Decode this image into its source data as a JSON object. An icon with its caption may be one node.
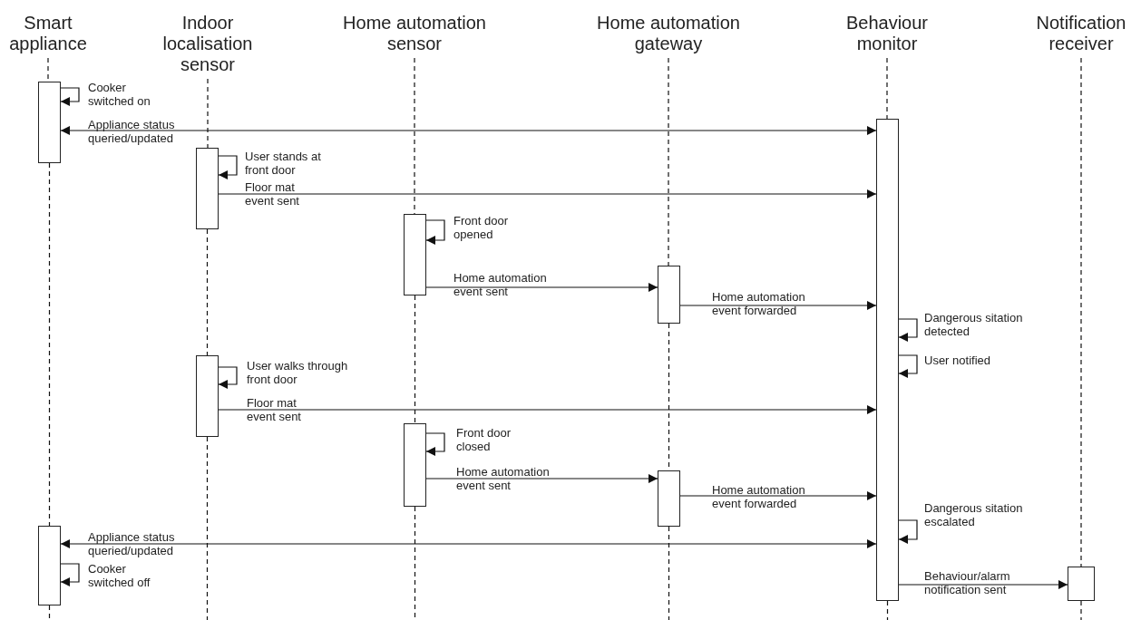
{
  "diagram": {
    "nodes": [
      {
        "text": [
          "Smart appliance"
        ]
      },
      {
        "text": [
          "Indoor localisation sensor"
        ]
      },
      {
        "text": [
          "Home automation sensor"
        ]
      },
      {
        "text": [
          "Home automation gateway"
        ]
      },
      {
        "text": [
          "Behaviour monitor"
        ]
      },
      {
        "text": [
          "Notification receiver"
        ]
      },
      {
        "text": [],
        "shape": "bar"
      },
      {
        "text": [],
        "shape": "bar"
      },
      {
        "text": [],
        "shape": "bar"
      },
      {
        "text": [],
        "shape": "bar"
      },
      {
        "text": [],
        "shape": "bar"
      },
      {
        "text": [],
        "shape": "bar"
      },
      {
        "text": [],
        "shape": "bar"
      },
      {
        "text": [],
        "shape": "bar"
      },
      {
        "text": [],
        "shape": "bar"
      },
      {
        "text": [],
        "shape": "bar"
      }
    ],
    "edges": [
      {
        "from": 6,
        "to": 6,
        "arrow": "to",
        "label": "Cooker switched on"
      },
      {
        "from": 6,
        "to": 7,
        "arrow": "both",
        "label": "Appliance status queried/updated"
      },
      {
        "from": 8,
        "to": 8,
        "arrow": "to",
        "label": "User stands at front door"
      },
      {
        "from": 8,
        "to": 7,
        "arrow": "to",
        "label": "Floor mat event sent"
      },
      {
        "from": 9,
        "to": 9,
        "arrow": "to",
        "label": "Front door opened"
      },
      {
        "from": 9,
        "to": 10,
        "arrow": "to",
        "label": "Home automation event sent"
      },
      {
        "from": 10,
        "to": 7,
        "arrow": "to",
        "label": "Home automation event forwarded"
      },
      {
        "from": 7,
        "to": 7,
        "arrow": "to",
        "label": "Dangerous sitation detected"
      },
      {
        "from": 7,
        "to": 7,
        "arrow": "to",
        "label": "User notified"
      },
      {
        "from": 11,
        "to": 11,
        "arrow": "to",
        "label": "User walks through front door"
      },
      {
        "from": 11,
        "to": 7,
        "arrow": "to",
        "label": "Floor mat event sent"
      },
      {
        "from": 12,
        "to": 12,
        "arrow": "to",
        "label": "Front door closed"
      },
      {
        "from": 12,
        "to": 13,
        "arrow": "to",
        "label": "Home automation event sent"
      },
      {
        "from": 13,
        "to": 7,
        "arrow": "to",
        "label": "Home automation event forwarded"
      },
      {
        "from": 7,
        "to": 7,
        "arrow": "to",
        "label": "Dangerous sitation escalated"
      },
      {
        "from": 14,
        "to": 7,
        "arrow": "both",
        "label": "Appliance status queried/updated"
      },
      {
        "from": 14,
        "to": 14,
        "arrow": "to",
        "label": "Cooker switched off"
      },
      {
        "from": 7,
        "to": 15,
        "arrow": "to",
        "label": "Behaviour/alarm notification sent"
      },
      {
        "from": 0,
        "to": 6,
        "arrow": "none",
        "style": "dashed"
      },
      {
        "from": 6,
        "to": 14,
        "arrow": "none",
        "style": "dashed"
      },
      {
        "from": 14,
        "to": null,
        "arrow": "none",
        "style": "dashed"
      },
      {
        "from": 1,
        "to": 8,
        "arrow": "none",
        "style": "dashed"
      },
      {
        "from": 8,
        "to": 11,
        "arrow": "none",
        "style": "dashed"
      },
      {
        "from": 11,
        "to": null,
        "arrow": "none",
        "style": "dashed"
      },
      {
        "from": 2,
        "to": 9,
        "arrow": "none",
        "style": "dashed"
      },
      {
        "from": 9,
        "to": 12,
        "arrow": "none",
        "style": "dashed"
      },
      {
        "from": 12,
        "to": null,
        "arrow": "none",
        "style": "dashed"
      },
      {
        "from": 3,
        "to": 10,
        "arrow": "none",
        "style": "dashed"
      },
      {
        "from": 10,
        "to": 13,
        "arrow": "none",
        "style": "dashed"
      },
      {
        "from": 13,
        "to": null,
        "arrow": "none",
        "style": "dashed"
      },
      {
        "from": 4,
        "to": 7,
        "arrow": "none",
        "style": "dashed"
      },
      {
        "from": 7,
        "to": null,
        "arrow": "none",
        "style": "dashed"
      },
      {
        "from": 5,
        "to": 15,
        "arrow": "none",
        "style": "dashed"
      },
      {
        "from": 15,
        "to": null,
        "arrow": "none",
        "style": "dashed"
      }
    ]
  }
}
